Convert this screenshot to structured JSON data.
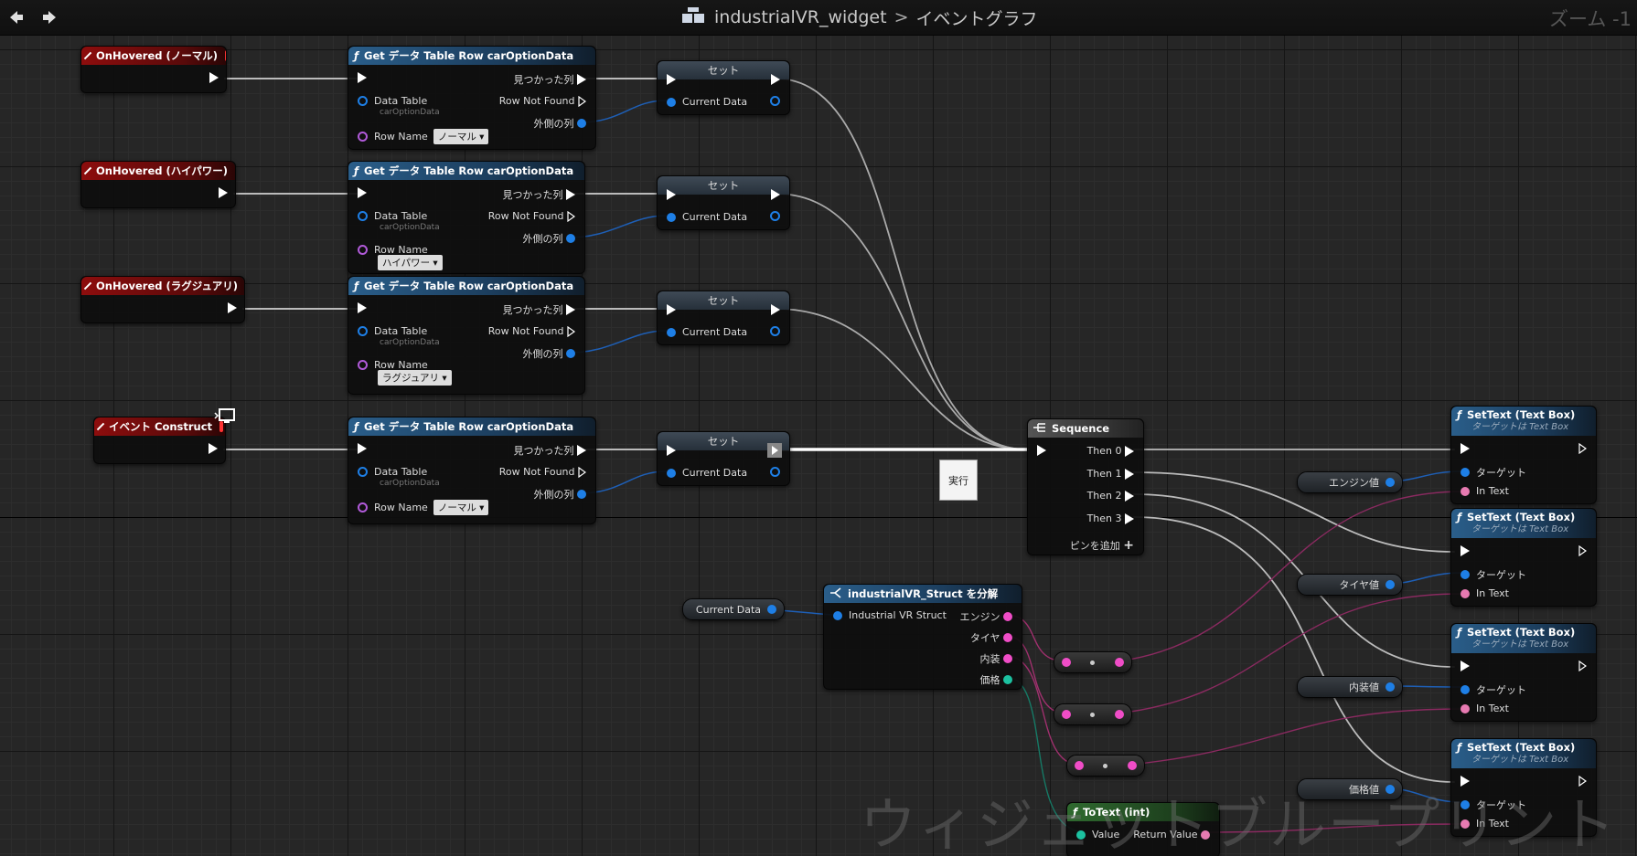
{
  "header": {
    "back": "back-arrow-icon",
    "forward": "forward-arrow-icon",
    "asset": "industrialVR_widget",
    "separator": ">",
    "graph": "イベントグラフ",
    "zoom": "ズーム -1"
  },
  "events": [
    {
      "label": "OnHovered (ノーマル)"
    },
    {
      "label": "OnHovered (ハイパワー)"
    },
    {
      "label": "OnHovered (ラグジュアリ)"
    },
    {
      "label": "イベント Construct"
    }
  ],
  "gets": [
    {
      "title": "Get データ Table Row carOptionData",
      "found": "見つかった列",
      "notfound": "Row Not Found",
      "outrow": "外側の列",
      "dt": "Data Table",
      "dtval": "carOptionData",
      "rn": "Row Name",
      "rnval": "ノーマル"
    },
    {
      "title": "Get データ Table Row carOptionData",
      "found": "見つかった列",
      "notfound": "Row Not Found",
      "outrow": "外側の列",
      "dt": "Data Table",
      "dtval": "carOptionData",
      "rn": "Row Name",
      "rnval": "ハイパワー"
    },
    {
      "title": "Get データ Table Row carOptionData",
      "found": "見つかった列",
      "notfound": "Row Not Found",
      "outrow": "外側の列",
      "dt": "Data Table",
      "dtval": "carOptionData",
      "rn": "Row Name",
      "rnval": "ラグジュアリ"
    },
    {
      "title": "Get データ Table Row carOptionData",
      "found": "見つかった列",
      "notfound": "Row Not Found",
      "outrow": "外側の列",
      "dt": "Data Table",
      "dtval": "carOptionData",
      "rn": "Row Name",
      "rnval": "ノーマル"
    }
  ],
  "sets": [
    {
      "title": "セット",
      "pin": "Current Data"
    },
    {
      "title": "セット",
      "pin": "Current Data"
    },
    {
      "title": "セット",
      "pin": "Current Data"
    },
    {
      "title": "セット",
      "pin": "Current Data"
    }
  ],
  "sequence": {
    "title": "Sequence",
    "then0": "Then 0",
    "then1": "Then 1",
    "then2": "Then 2",
    "then3": "Then 3",
    "add": "ピンを追加"
  },
  "comment": "実行",
  "break": {
    "title": "industrialVR_Struct を分解",
    "in": "Industrial VR Struct",
    "o1": "エンジン",
    "o2": "タイヤ",
    "o3": "内装",
    "o4": "価格"
  },
  "current_data_var": "Current Data",
  "settexts": [
    {
      "title": "SetText (Text Box)",
      "sub": "ターゲットは Text Box",
      "target": "ターゲット",
      "intext": "In Text"
    },
    {
      "title": "SetText (Text Box)",
      "sub": "ターゲットは Text Box",
      "target": "ターゲット",
      "intext": "In Text"
    },
    {
      "title": "SetText (Text Box)",
      "sub": "ターゲットは Text Box",
      "target": "ターゲット",
      "intext": "In Text"
    },
    {
      "title": "SetText (Text Box)",
      "sub": "ターゲットは Text Box",
      "target": "ターゲット",
      "intext": "In Text"
    }
  ],
  "vars": [
    {
      "label": "エンジン値"
    },
    {
      "label": "タイヤ値"
    },
    {
      "label": "内装値"
    },
    {
      "label": "価格値"
    }
  ],
  "totext": {
    "title": "ToText (int)",
    "value": "Value",
    "ret": "Return Value"
  },
  "watermark": "ウィジェットブループリント",
  "colors": {
    "exec": "#ffffff",
    "struct": "#1e7fe6",
    "text": "#e77ab1",
    "string": "#f04dc7",
    "int": "#1cc1a0",
    "event_header": "#8d0d0d",
    "function_header": "#2a5e8a"
  }
}
